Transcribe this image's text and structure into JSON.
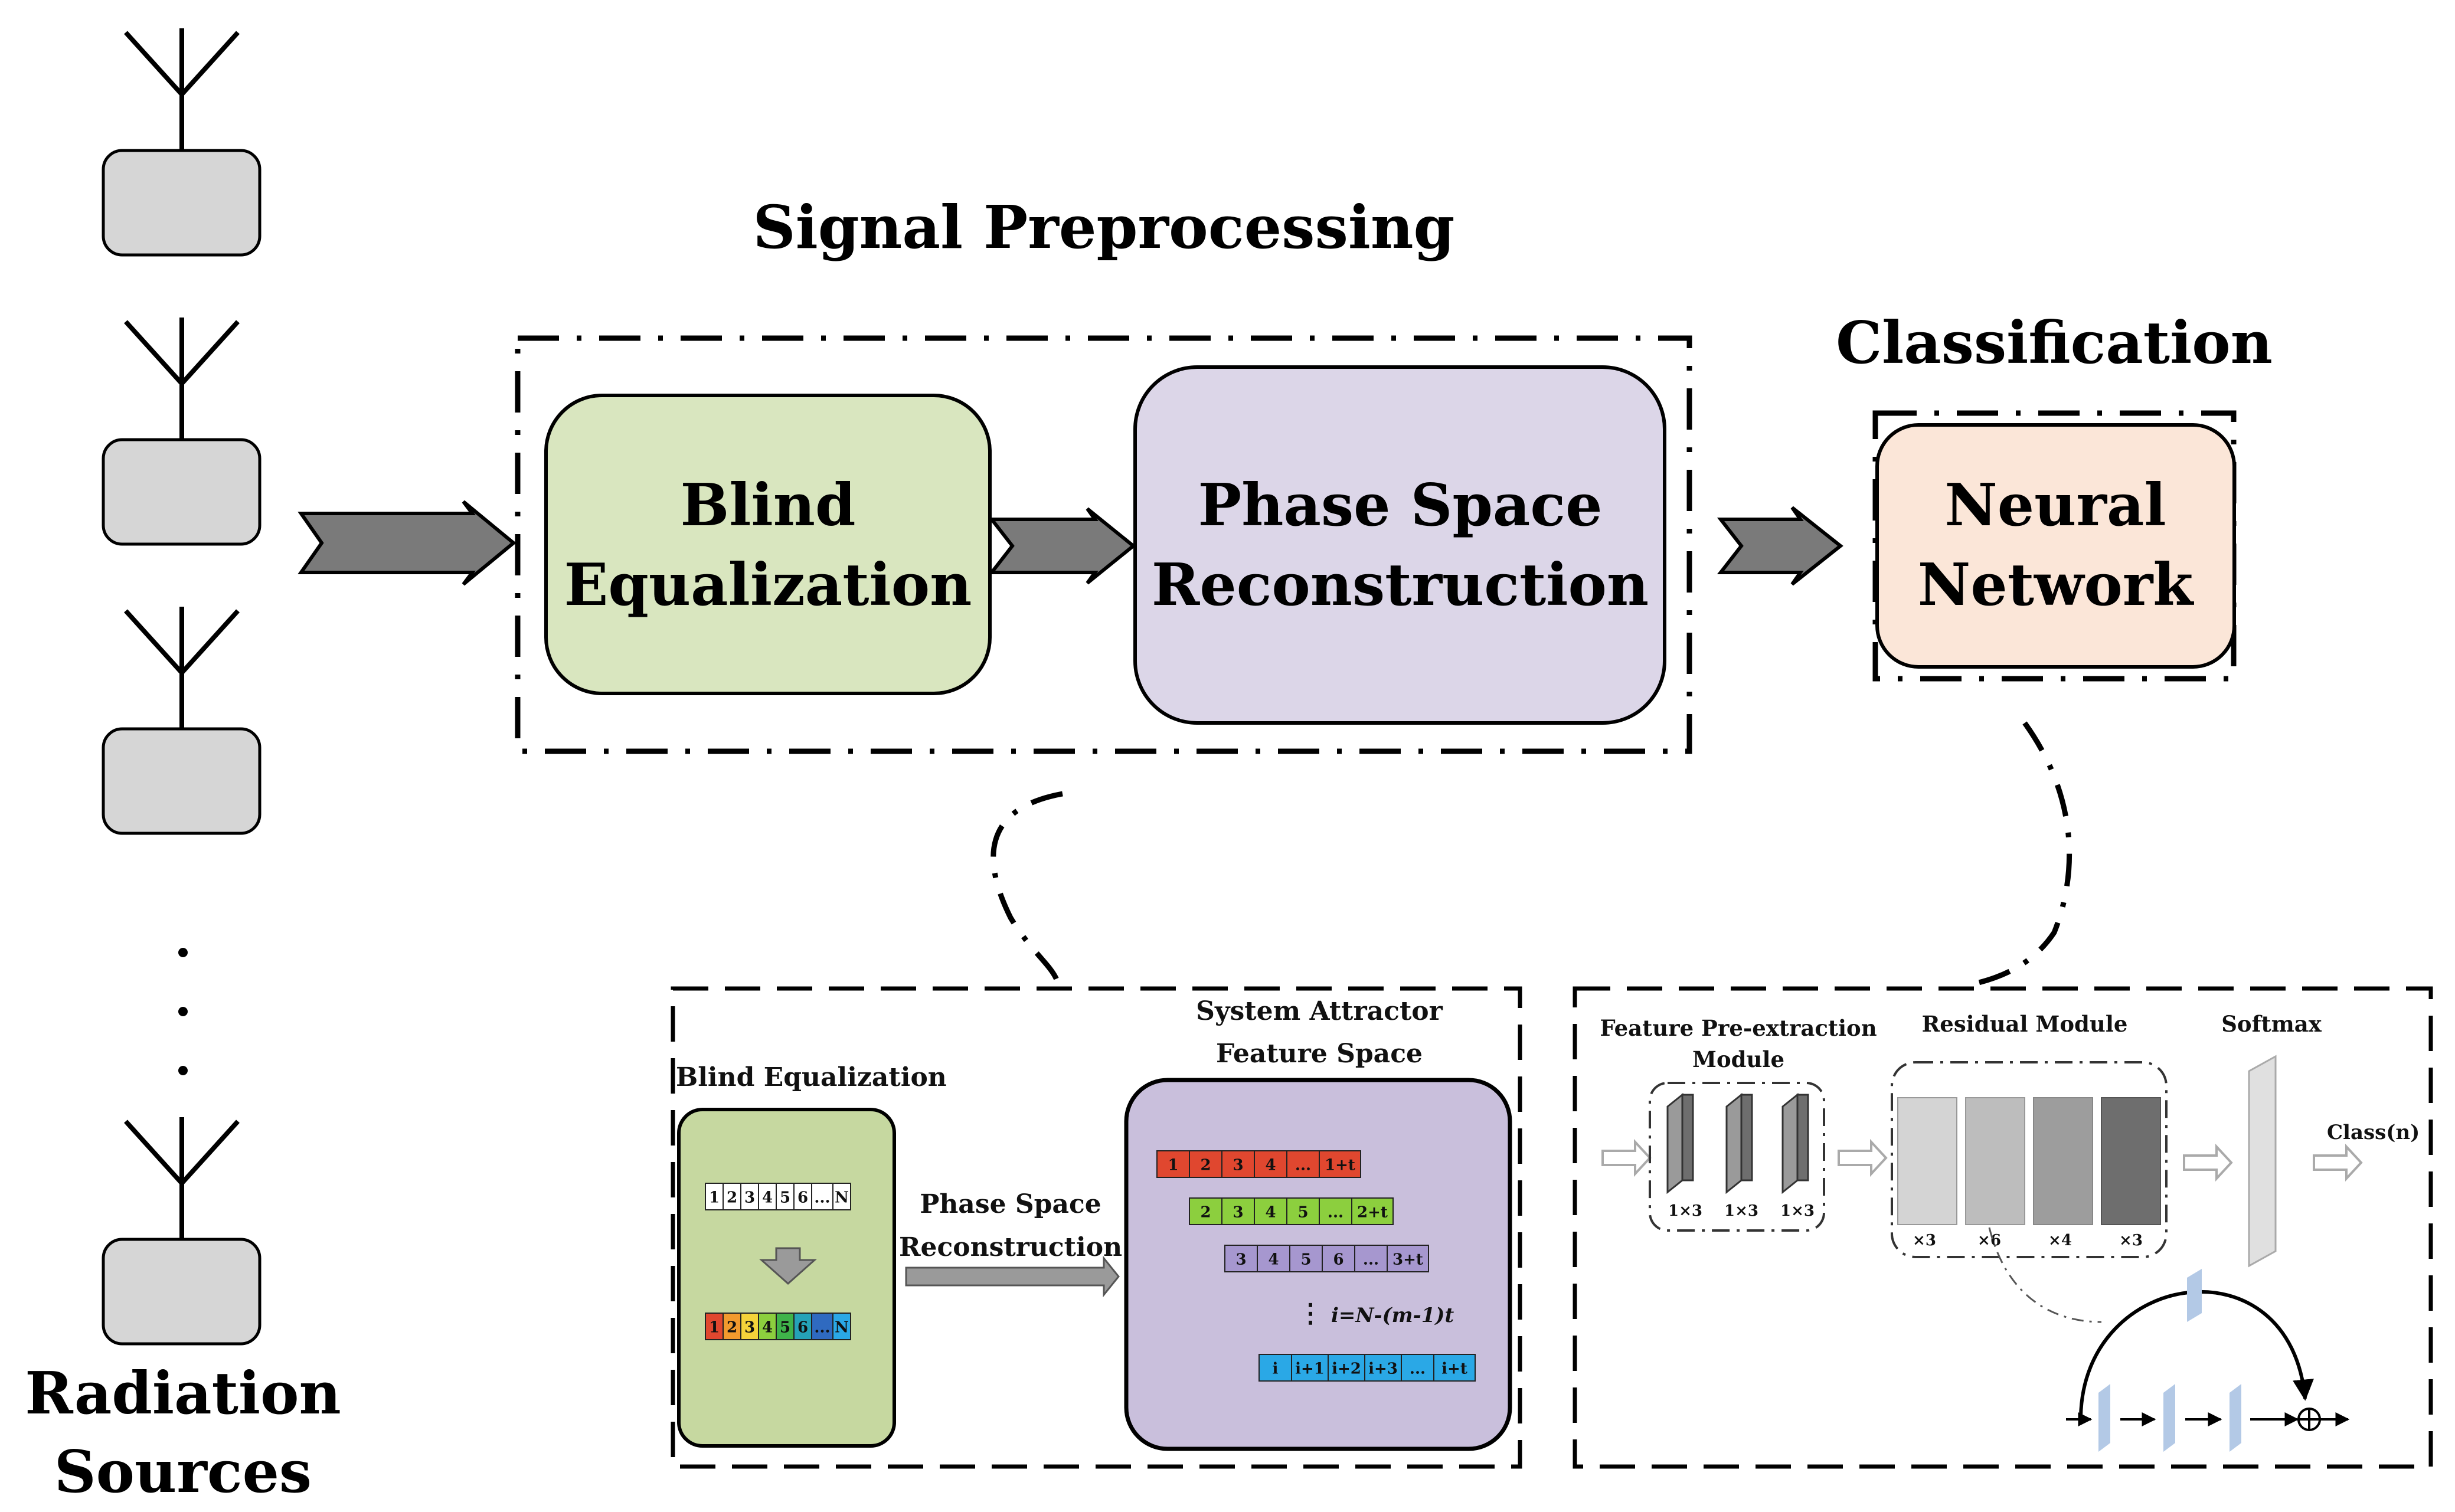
{
  "labels": {
    "signal_preprocessing": "Signal Preprocessing",
    "classification": "Classification",
    "radiation": "Radiation",
    "sources": "Sources"
  },
  "blocks": {
    "blind_1": "Blind",
    "blind_2": "Equalization",
    "phase_1": "Phase Space",
    "phase_2": "Reconstruction",
    "neural_1": "Neural",
    "neural_2": "Network"
  },
  "detail_left": {
    "blind_equalization": "Blind Equalization",
    "attractor_1": "System Attractor",
    "attractor_2": "Feature Space",
    "phase_1": "Phase Space",
    "phase_2": "Reconstruction",
    "seq_top": [
      "1",
      "2",
      "3",
      "4",
      "5",
      "6",
      "...",
      "N"
    ],
    "seq_bottom": [
      "1",
      "2",
      "3",
      "4",
      "5",
      "6",
      "...",
      "N"
    ],
    "row1": [
      "1",
      "2",
      "3",
      "4",
      "...",
      "1+t"
    ],
    "row2": [
      "2",
      "3",
      "4",
      "5",
      "...",
      "2+t"
    ],
    "row3": [
      "3",
      "4",
      "5",
      "6",
      "...",
      "3+t"
    ],
    "dots": "⋮",
    "index_label": "i=N-(m-1)t",
    "row4": [
      "i",
      "i+1",
      "i+2",
      "i+3",
      "...",
      "i+t"
    ]
  },
  "detail_right": {
    "pre_1": "Feature Pre-extraction",
    "pre_2": "Module",
    "residual": "Residual Module",
    "softmax": "Softmax",
    "class_out": "Class(n)",
    "conv_labels": [
      "1×3",
      "1×3",
      "1×3"
    ],
    "res_labels": [
      "×3",
      "×6",
      "×4",
      "×3"
    ]
  },
  "colors": {
    "blind_fill": "#d9e6bf",
    "phase_fill": "#dcd6e8",
    "neural_fill": "#fbe6d8",
    "source_fill": "#d6d6d6",
    "arrow_fill": "#7a7a7a",
    "detail_blind_fill": "#c6d8a0",
    "detail_phase_fill": "#c9bfdc",
    "row_red": "#e0472f",
    "row_green": "#8ccf3e",
    "row_purple": "#a697cf",
    "row_blue": "#2aa8e6"
  }
}
